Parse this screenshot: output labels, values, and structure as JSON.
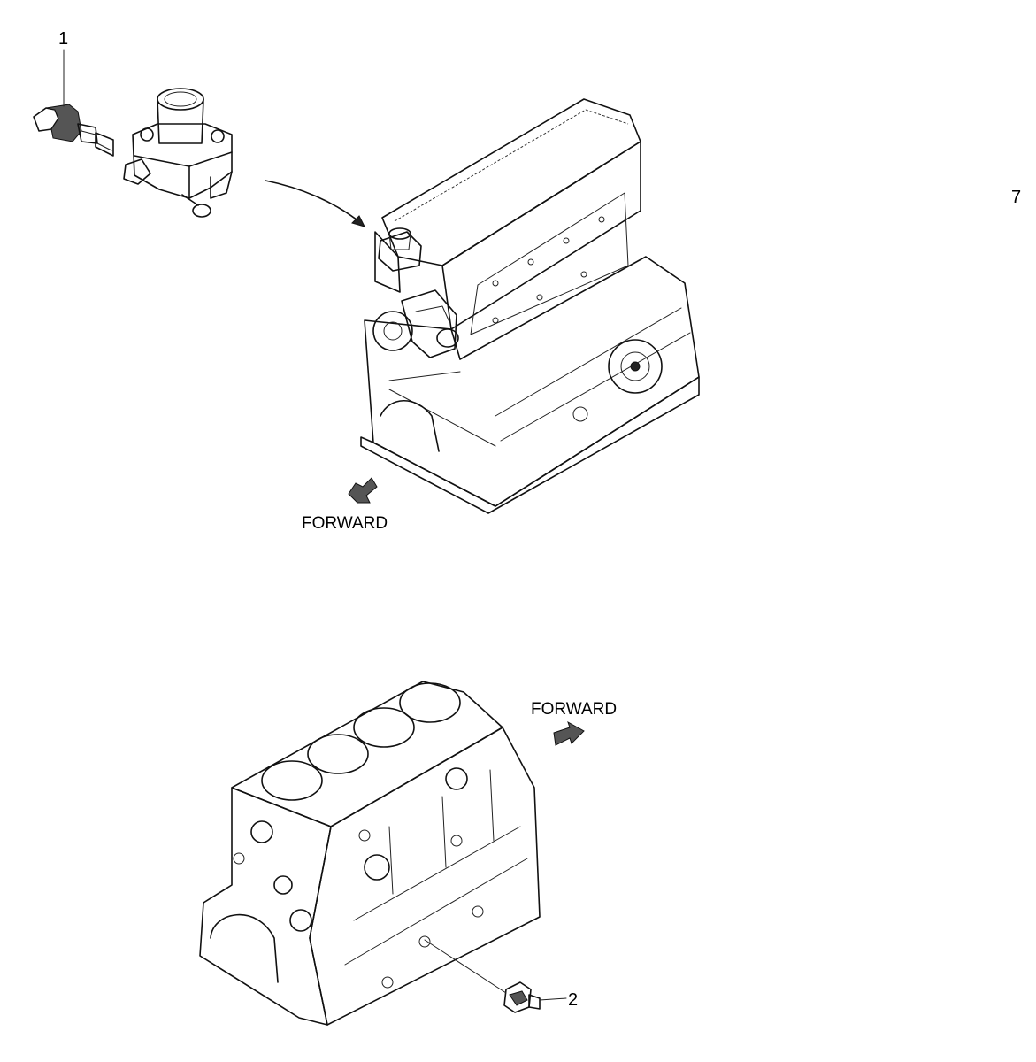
{
  "callouts": {
    "part_1": "1",
    "part_2": "2",
    "page_number": "7"
  },
  "labels": {
    "forward_top": "FORWARD",
    "forward_bottom": "FORWARD"
  },
  "icons": {
    "forward_top_arrow": "arrow-down-left-icon",
    "forward_bottom_arrow": "arrow-right-icon"
  },
  "colors": {
    "ink": "#111111",
    "background": "#ffffff"
  }
}
